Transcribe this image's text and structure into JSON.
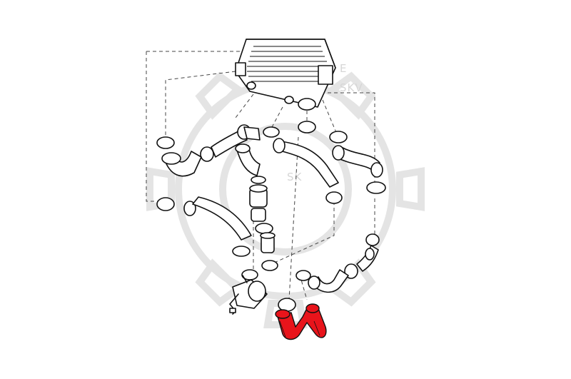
{
  "watermark": {
    "text_1": "E",
    "text_2": "SKV",
    "text_3": "SK",
    "color": "#d6d6d6"
  },
  "highlight_color": "#e8141b",
  "parts": {
    "intercooler": "intercooler-icon",
    "highlighted_hose": "u-bend-hose-icon",
    "blow_off_valve": "valve-icon"
  }
}
